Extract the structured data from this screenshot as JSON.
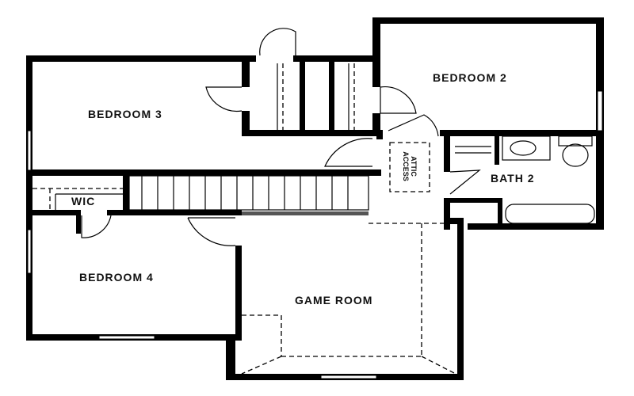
{
  "floor_plan": {
    "rooms": {
      "bedroom_2": "BEDROOM 2",
      "bedroom_3": "BEDROOM 3",
      "bedroom_4": "BEDROOM 4",
      "bath_2": "BATH 2",
      "wic": "WIC",
      "game_room": "GAME ROOM",
      "attic_access_line1": "ATTIC",
      "attic_access_line2": "ACCESS"
    },
    "colors": {
      "wall": "#000000",
      "background": "#ffffff"
    }
  }
}
